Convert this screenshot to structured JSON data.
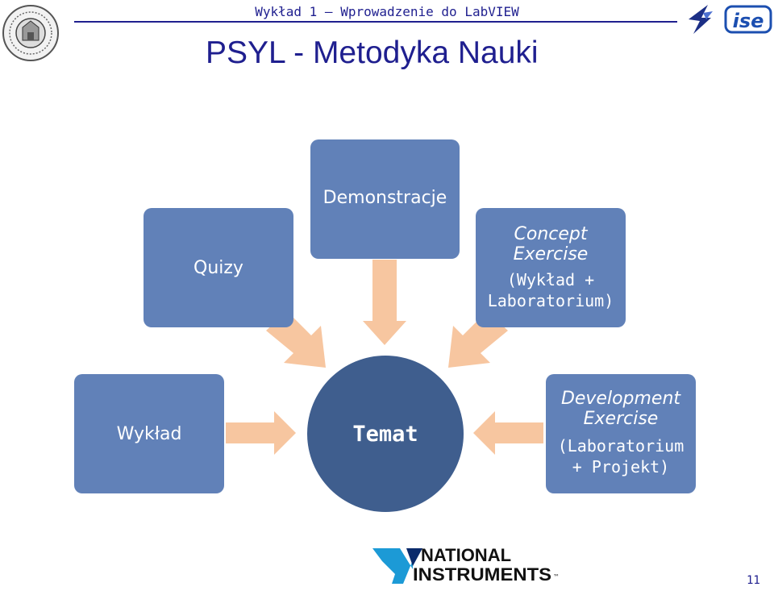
{
  "header": {
    "subtitle": "Wykład 1 – Wprowadzenie do LabVIEW",
    "title": "PSYL - Metodyka Nauki"
  },
  "diagram": {
    "center": "Temat",
    "boxes": {
      "demonstracje": "Demonstracje",
      "quizy": "Quizy",
      "wyklad": "Wykład",
      "concept": {
        "line1": "Concept",
        "line2": "Exercise",
        "line3": "(Wykład +",
        "line4": "Laboratorium)"
      },
      "development": {
        "line1": "Development",
        "line2": "Exercise",
        "line3": "(Laboratorium",
        "line4": "+ Projekt)"
      }
    }
  },
  "logos": {
    "ise": "ise",
    "ni_line1": "NATIONAL",
    "ni_line2": "INSTRUMENTS",
    "ni_tm": "™"
  },
  "page_number": "11",
  "colors": {
    "box": "#6181b8",
    "circle": "#3f5e8e",
    "arrow": "#f7c6a0",
    "title": "#1f1f8f"
  }
}
